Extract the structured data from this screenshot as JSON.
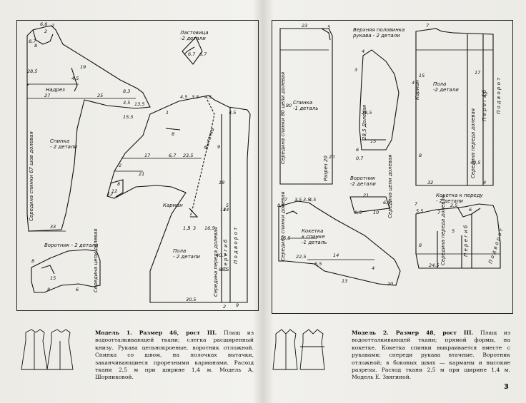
{
  "left": {
    "pieces": {
      "lastovitsa": "Ластовица\n-2 детали",
      "nadrez": "Надрез",
      "spinka": "Спинка\n- 2 детали",
      "seredina_spinki": "Середина спинки  67  шов долевая",
      "vorotnik": "Воротник - 2 детали",
      "seredina_tsepi": "Середина цепи долевая",
      "karman": "Карман",
      "vytachka": "Выточка",
      "pola": "Пола\n- 2 детали",
      "seredina_pereda": "Середина переда  долевая",
      "pereg": "П е р е г и б",
      "podvort": "П о д в о р о т"
    },
    "numbers": [
      "6,6",
      "2",
      "2",
      "8,7",
      "8",
      "28,5",
      "4,5",
      "19",
      "27",
      "25",
      "8,3",
      "13,5",
      "3,5",
      "15,5",
      "6,7",
      "6,7",
      "4,5",
      "3,5",
      "4,5",
      "1",
      "17",
      "8",
      "6,7",
      "23,5",
      "4,5",
      "21",
      "2",
      "12",
      "8",
      "12",
      "3",
      "1,5",
      "33",
      "16,5",
      "3",
      "9",
      "19",
      "14",
      "14",
      "5",
      "40,7",
      "89,5",
      "30,5",
      "2",
      "9",
      "8",
      "15",
      "6",
      "8"
    ],
    "model_caption_title": "Модель 1. Размер 46, рост III.",
    "model_caption_body": "Плащ из водоотталкивающей ткани; слегка расширенный книзу. Рукава цельнокроеные, воротник отложной. Спинка со швом, на полочках вытачки, заканчивающиеся прорезными карманами. Расход ткани 2,5 м при ширине 1,4 м. Модель А. Шорниковой."
  },
  "right": {
    "pieces": {
      "verkhnyaya_polovinka": "Верхняя половинка\nрукава - 2 детали",
      "spinka": "Спинка\n-1 деталь",
      "seredina_spinki": "Середина спинки  80  цепи долевая",
      "razrez": "Разрез  20",
      "rukav_dolevaya": "28,5  Долевая",
      "vorotnik": "Воротник\n-2 детали",
      "seredina_tsepi": "Середина цепи долевая",
      "pola": "Пола\n-2 детали",
      "karman": "Карман",
      "seredina_pereda": "Середина переда долевая",
      "pereg": "П е р е г и б",
      "podvort": "П о д в о р о т",
      "koketka_spinki": "Кокетка\nк спинке\n-1 деталь",
      "seredina_spinki_k": "Середина спинки долевая",
      "koketka_pereda": "Кокетка к переду\n- 2 детали",
      "seredina_pereda_k": "Середина переда долевая",
      "podvort_k": "П о д в о р о т",
      "pereg_k": "П е р е г и б"
    },
    "numbers": [
      "23",
      "5",
      "4",
      "3",
      "28,5",
      "20",
      "80",
      "6",
      "0,7",
      "15",
      "21",
      "8,5",
      "10",
      "6,5",
      "7",
      "3,5",
      "3,5",
      "4,5",
      "8,5",
      "16,5",
      "22,5",
      "14",
      "13",
      "6,5",
      "4",
      "20",
      "7",
      "4",
      "8",
      "15",
      "17",
      "22",
      "40,5",
      "32",
      "4",
      "7",
      "2,5",
      "5,5",
      "24,5",
      "8",
      "7",
      "5",
      "6"
    ],
    "model_caption_title": "Модель 2. Размер 48, рост III.",
    "model_caption_body": "Плащ из водоотталкивающей ткани; прямой формы, на кокетке. Кокетка спинки выкраивается вместе с рукавами; спереди рукава втачные. Воротник отложной; в боковых швах — карманы и высокие разрезы. Расход ткани 2,5 м при ширине 1,4 м. Модель Е. Звягиной."
  },
  "page_number": "3"
}
